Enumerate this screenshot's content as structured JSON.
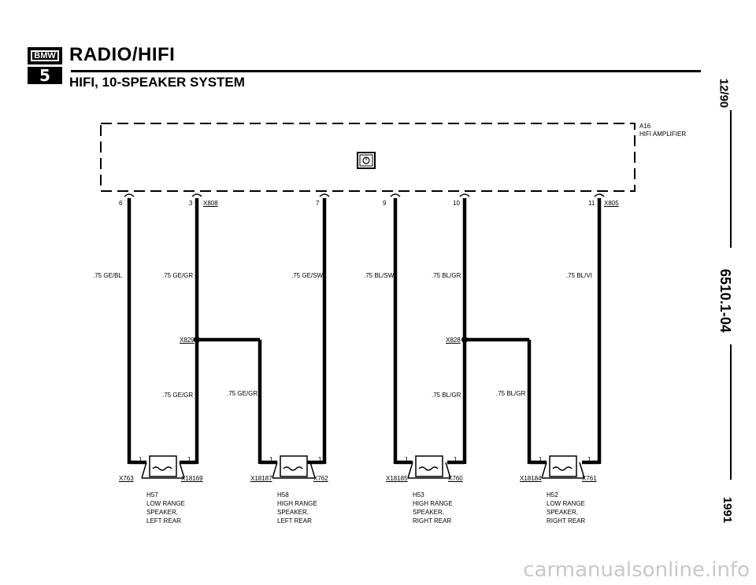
{
  "header": {
    "logo_top": "BMW",
    "logo_bottom": "5",
    "title": "RADIO/HIFI",
    "subtitle": "HIFI, 10-SPEAKER SYSTEM"
  },
  "side": {
    "date": "12/90",
    "code": "6510.1-04",
    "year": "1991"
  },
  "amplifier": {
    "ref": "A16",
    "name": "HIFI AMPLIFIER",
    "symbol": "amplifier-ground-symbol-icon"
  },
  "pins": [
    "6",
    "3",
    "7",
    "9",
    "10",
    "11"
  ],
  "connectors": {
    "x808": "X808",
    "x805": "X805",
    "x829": "X829",
    "x828": "X828"
  },
  "wires": {
    "w1": ".75 GE/BL",
    "w2": ".75 GE/GR",
    "w3": ".75 GE/SW",
    "w4": ".75 BL/SW",
    "w5": ".75 BL/GR",
    "w6": ".75 BL/VI",
    "w7": ".75 GE/GR",
    "w8": ".75 GE/GR",
    "w9": ".75 BL/GR",
    "w10": ".75 BL/GR"
  },
  "speakers": [
    {
      "left_conn": "X763",
      "right_conn": "X18169",
      "pin_left": "1",
      "pin_right": "1",
      "caption": "H57\nLOW RANGE\nSPEAKER,\nLEFT REAR"
    },
    {
      "left_conn": "X18187",
      "right_conn": "X762",
      "pin_left": "1",
      "pin_right": "1",
      "caption": "H58\nHIGH RANGE\nSPEAKER,\nLEFT REAR"
    },
    {
      "left_conn": "X18185",
      "right_conn": "X760",
      "pin_left": "1",
      "pin_right": "1",
      "caption": "H53\nHIGH RANGE\nSPEAKER,\nRIGHT REAR"
    },
    {
      "left_conn": "X18184",
      "right_conn": "X761",
      "pin_left": "1",
      "pin_right": "1",
      "caption": "H52\nLOW RANGE\nSPEAKER,\nRIGHT REAR"
    }
  ],
  "footer": "carmanualsonline.info"
}
